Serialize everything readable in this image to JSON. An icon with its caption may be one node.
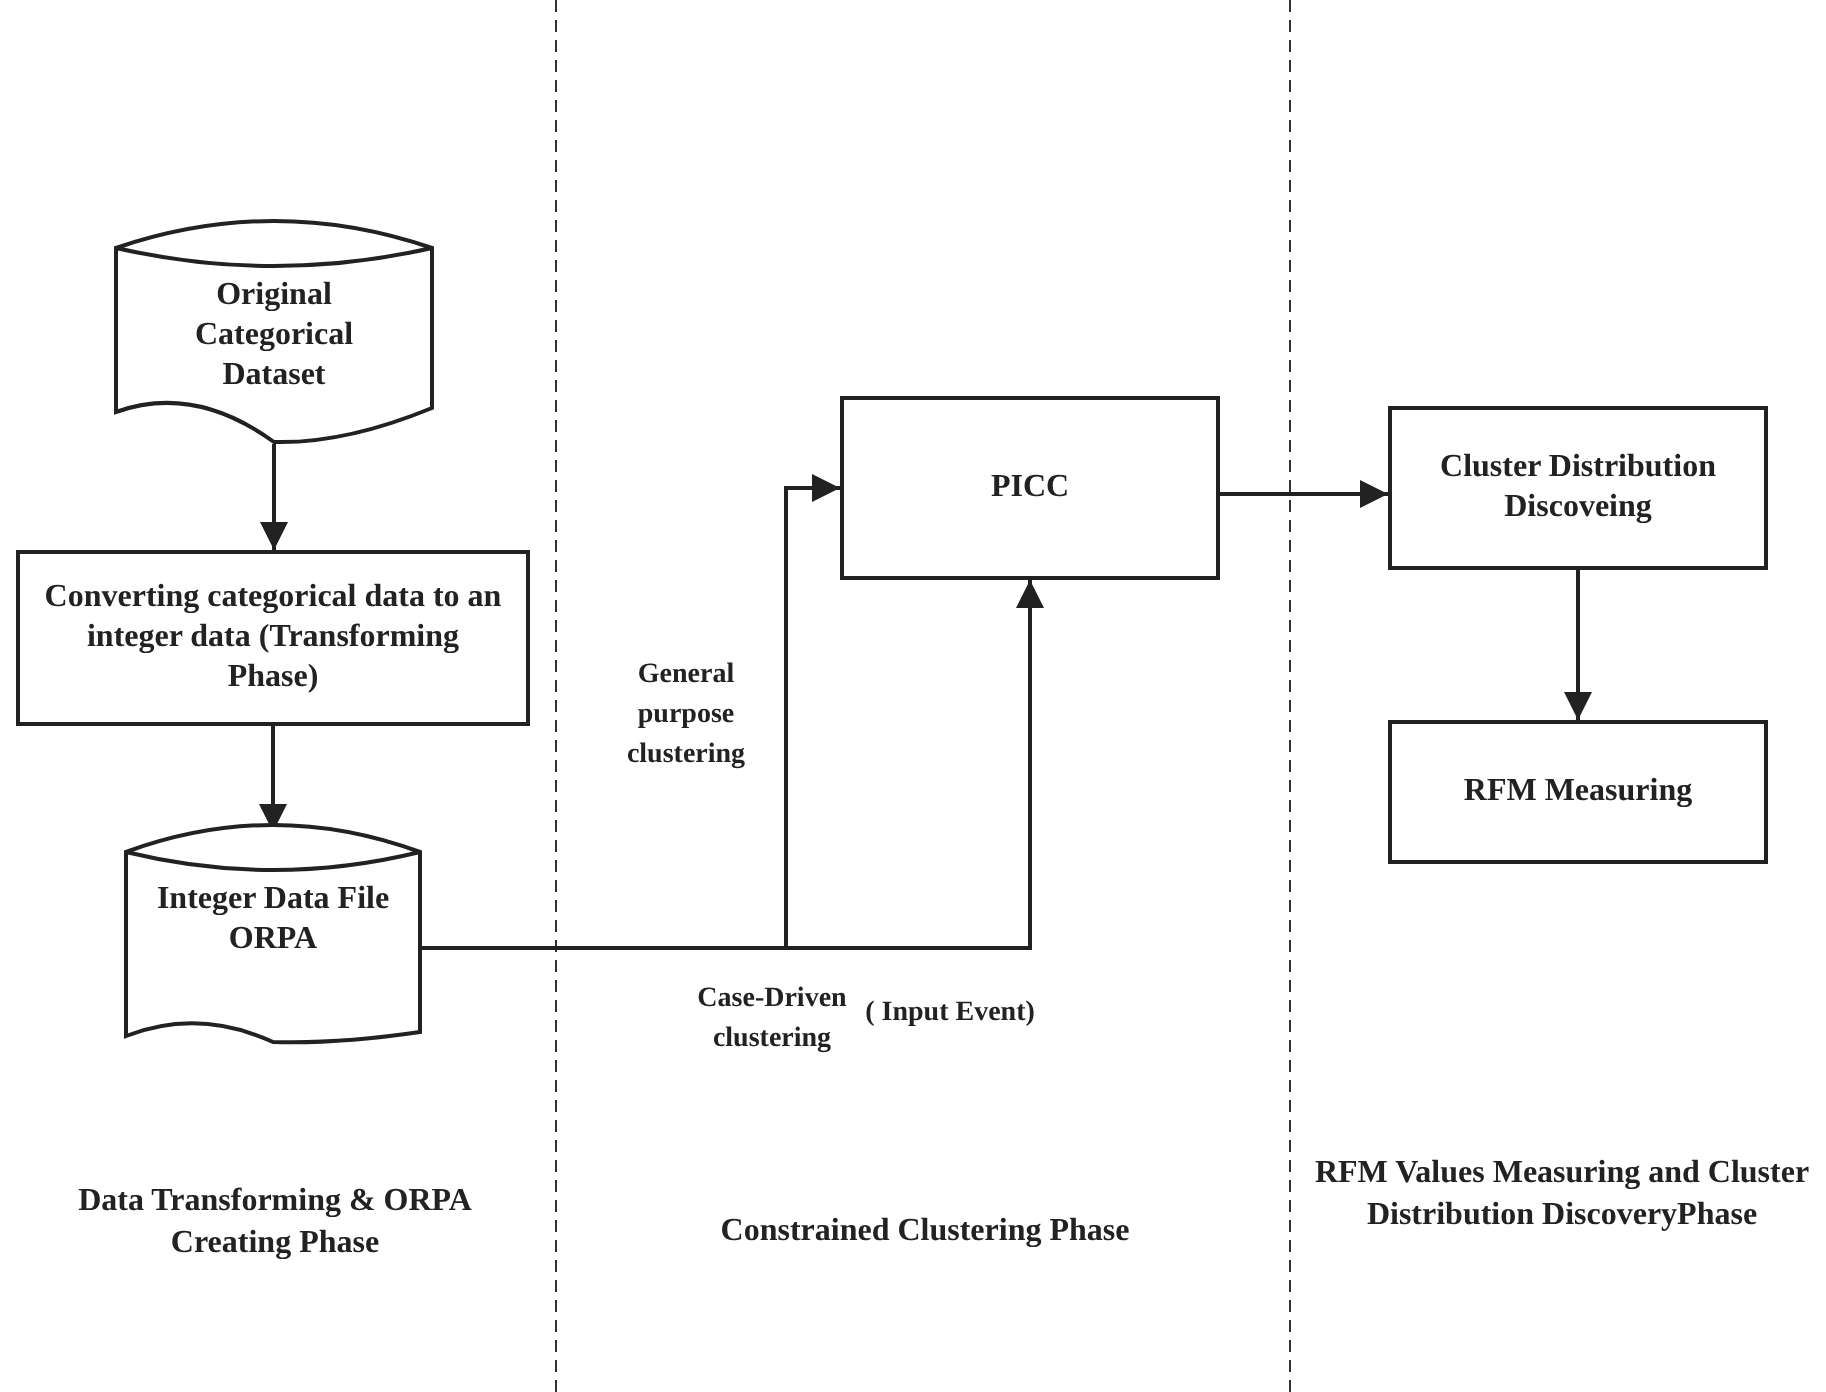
{
  "diagram": {
    "nodes": [
      {
        "text": [
          "Original Categorical Dataset"
        ]
      },
      {
        "text": [
          "Converting categorical data to an integer data (Transforming Phase)"
        ]
      },
      {
        "text": [
          "Integer Data File ORPA"
        ]
      },
      {
        "text": [
          "PICC"
        ]
      },
      {
        "text": [
          "Cluster Distribution Discoveing"
        ]
      },
      {
        "text": [
          "RFM Measuring"
        ]
      }
    ],
    "edges": [
      {
        "from": 0,
        "to": 1,
        "arrow": "to"
      },
      {
        "from": 1,
        "to": 2,
        "arrow": "to"
      },
      {
        "from": 2,
        "to": 3,
        "arrow": "to",
        "label": "General purpose clustering"
      },
      {
        "from": 2,
        "to": 3,
        "arrow": "to",
        "label": "Case-Driven clustering"
      },
      {
        "from": 3,
        "to": 4,
        "arrow": "to"
      },
      {
        "from": 4,
        "to": 5,
        "arrow": "to"
      }
    ],
    "labels": [
      "( Input Event)",
      "Data Transforming & ORPA Creating Phase",
      "Constrained Clustering Phase",
      "RFM Values Measuring and Cluster Distribution DiscoveryPhase"
    ]
  }
}
